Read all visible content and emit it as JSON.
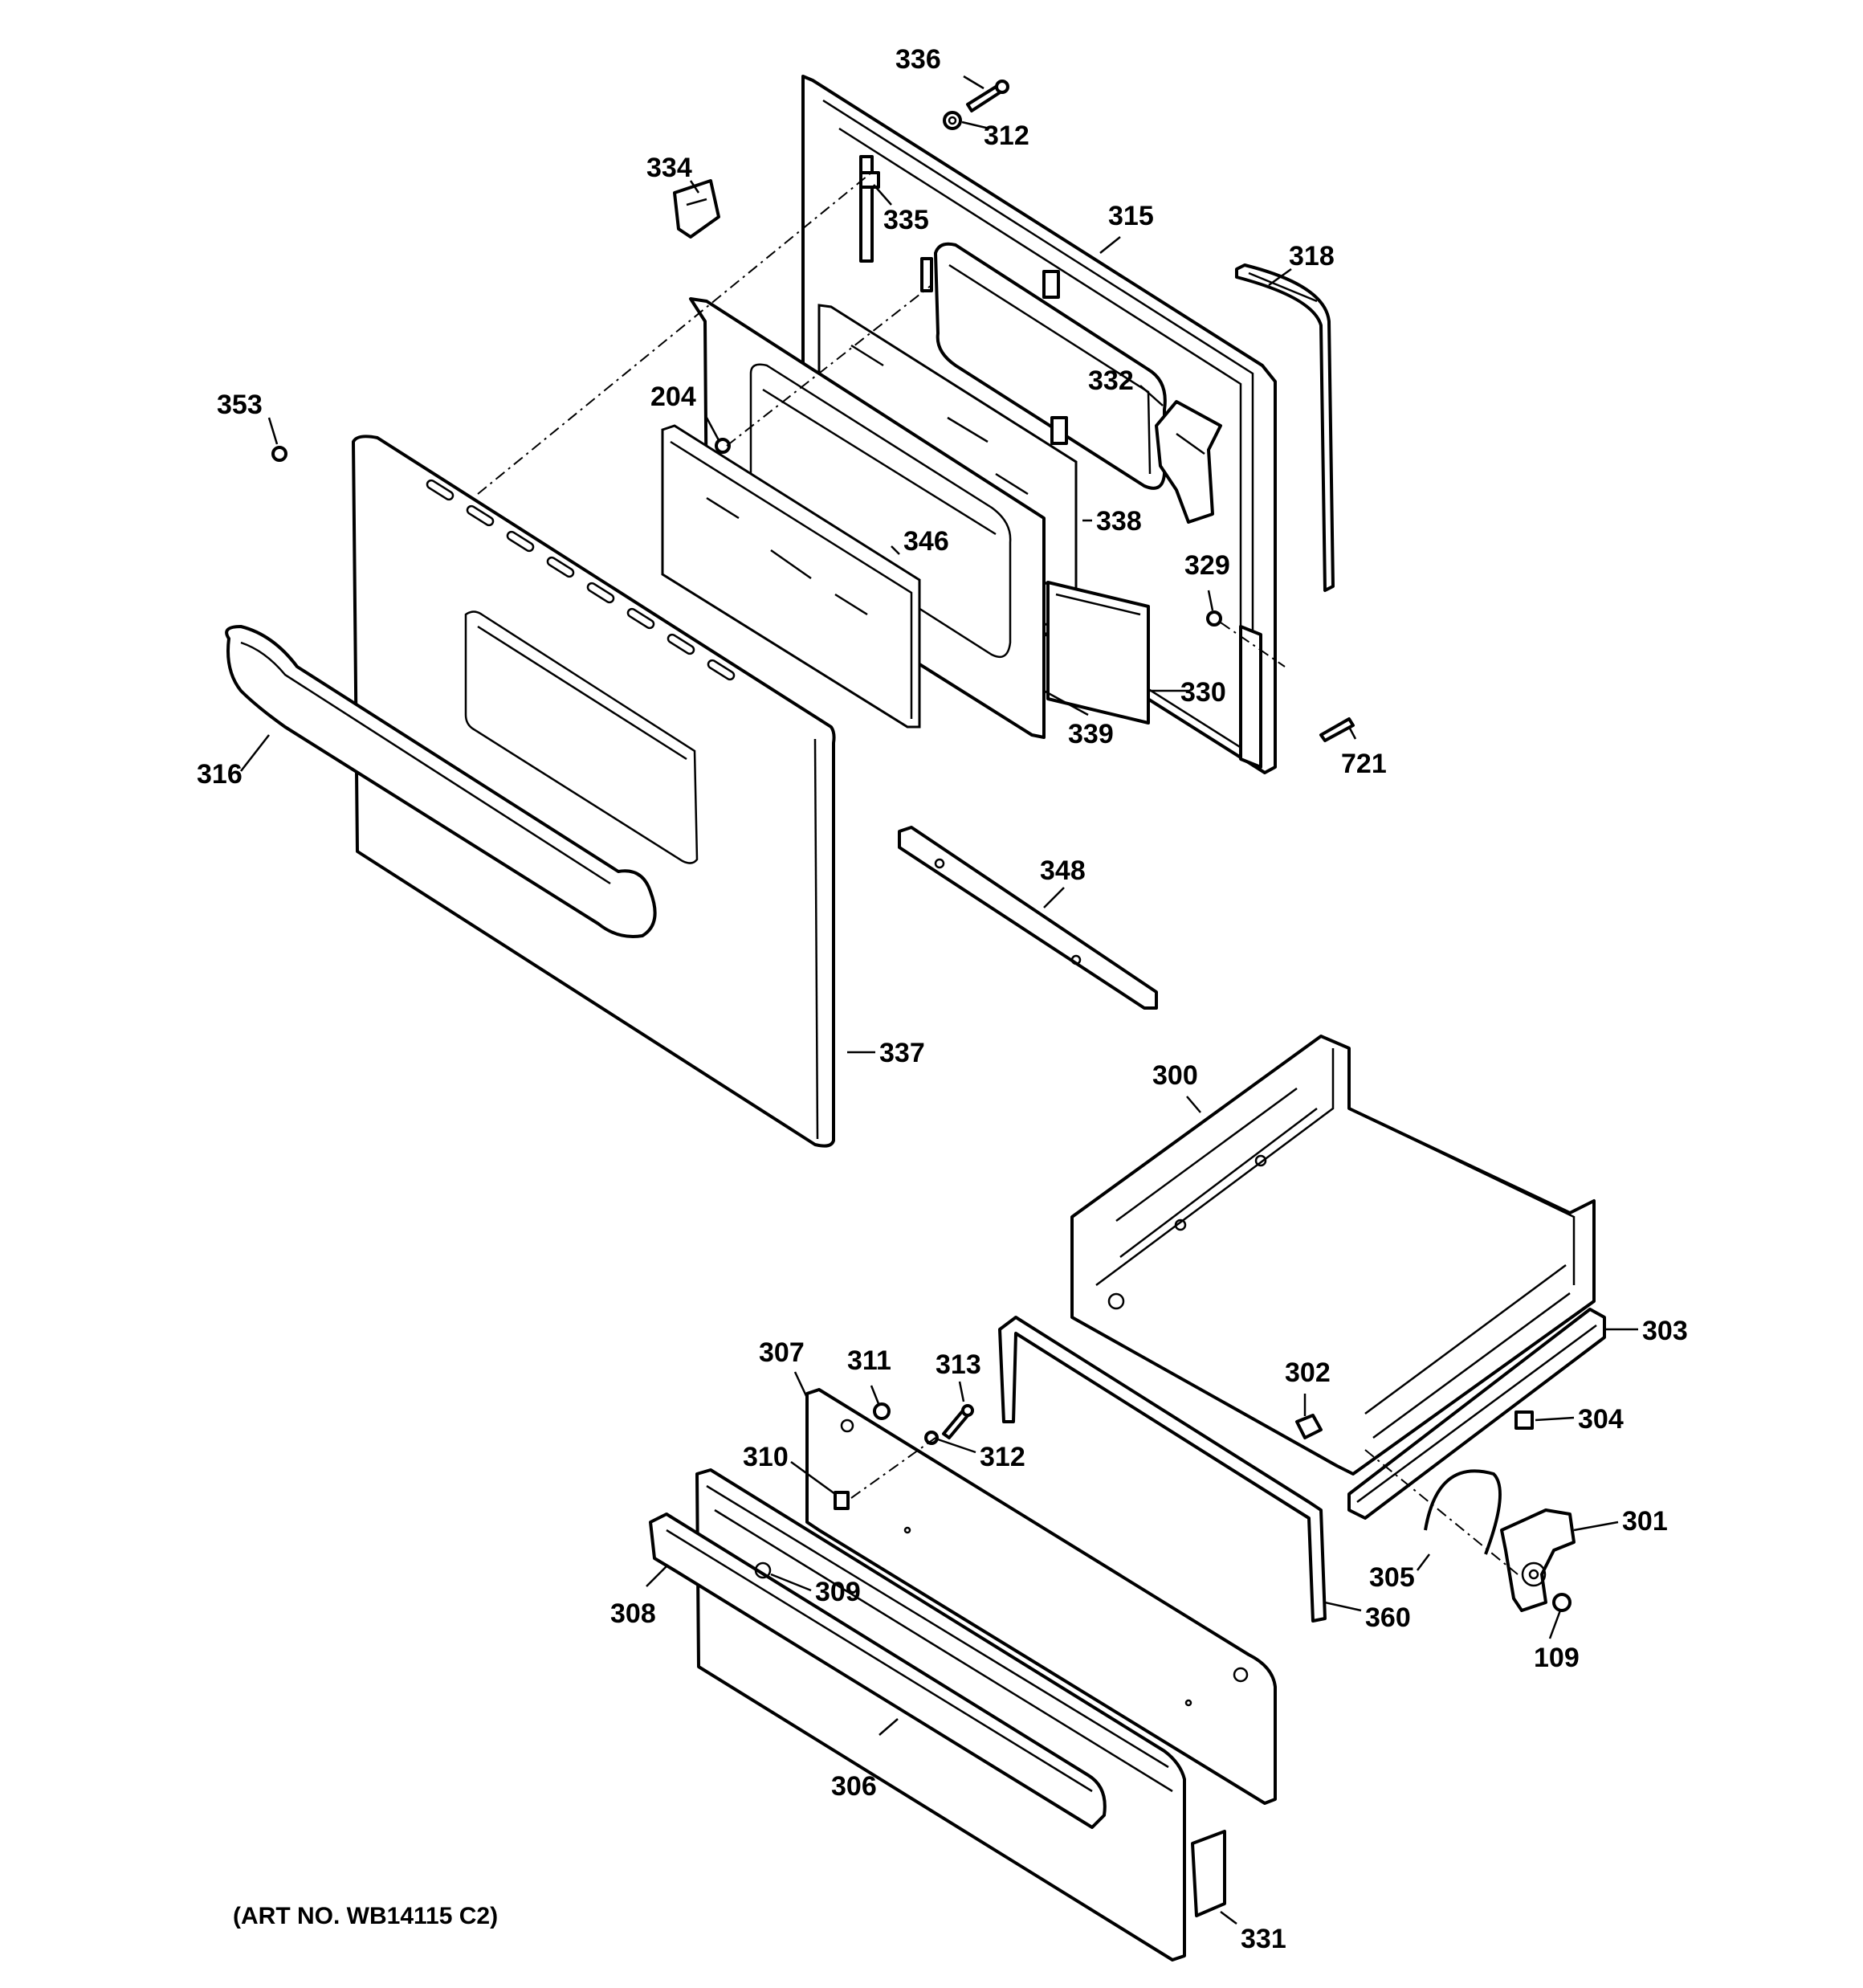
{
  "art_number": "(ART NO. WB14115 C2)",
  "labels": {
    "p336": "336",
    "p312a": "312",
    "p334": "334",
    "p335": "335",
    "p315": "315",
    "p318": "318",
    "p353": "353",
    "p204": "204",
    "p332": "332",
    "p346": "346",
    "p338": "338",
    "p329": "329",
    "p330": "330",
    "p339": "339",
    "p721": "721",
    "p316": "316",
    "p348": "348",
    "p337": "337",
    "p300": "300",
    "p303": "303",
    "p307": "307",
    "p311": "311",
    "p313": "313",
    "p302": "302",
    "p304": "304",
    "p310": "310",
    "p312b": "312",
    "p301": "301",
    "p305": "305",
    "p308": "308",
    "p309": "309",
    "p360": "360",
    "p109": "109",
    "p306": "306",
    "p331": "331"
  }
}
